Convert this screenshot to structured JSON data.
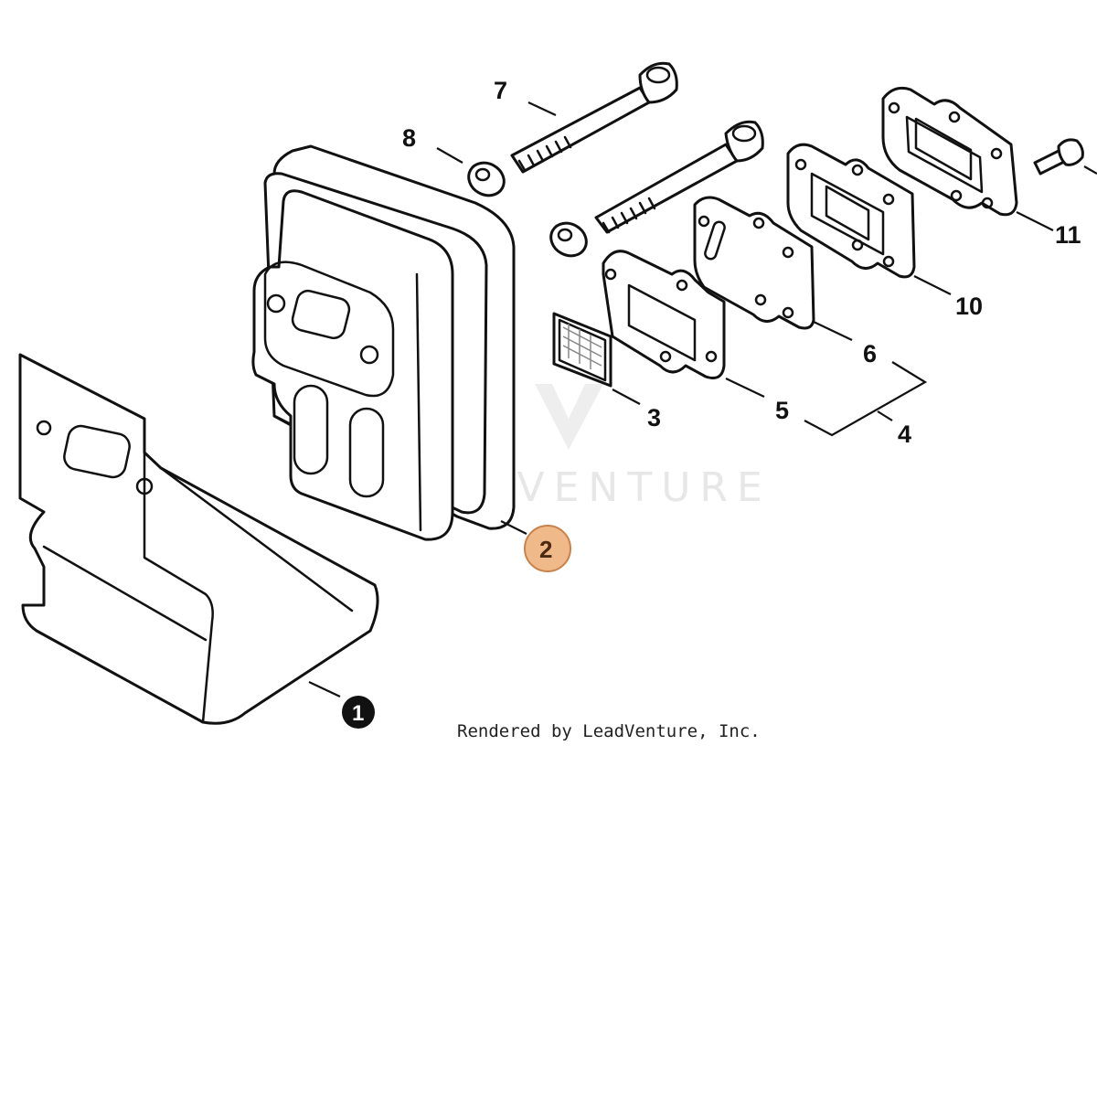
{
  "watermark": {
    "brand": "LEADVENTURE"
  },
  "credit": "Rendered by LeadVenture, Inc.",
  "callouts": [
    {
      "id": "1",
      "label": "1",
      "style": "filled-black"
    },
    {
      "id": "2",
      "label": "2",
      "style": "highlighted"
    },
    {
      "id": "3",
      "label": "3",
      "style": "plain"
    },
    {
      "id": "4",
      "label": "4",
      "style": "plain"
    },
    {
      "id": "5",
      "label": "5",
      "style": "plain"
    },
    {
      "id": "6",
      "label": "6",
      "style": "plain"
    },
    {
      "id": "7",
      "label": "7",
      "style": "plain"
    },
    {
      "id": "8",
      "label": "8",
      "style": "plain"
    },
    {
      "id": "10",
      "label": "10",
      "style": "plain"
    },
    {
      "id": "11",
      "label": "11",
      "style": "plain"
    }
  ],
  "colors": {
    "line": "#111111",
    "highlight_fill": "#f0b98a",
    "highlight_stroke": "#c8824a",
    "highlight_text": "#4a2a10",
    "watermark": "#e7e7e7"
  }
}
